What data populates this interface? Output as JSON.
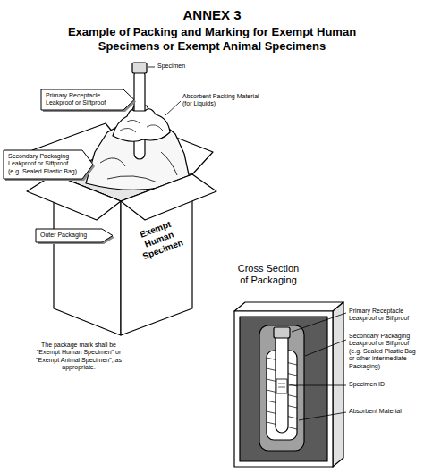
{
  "diagram": {
    "title": "ANNEX 3",
    "nodes": [
      {
        "text": [
          "Primary Receptacle Leakproof or Siftproof"
        ]
      },
      {
        "text": [
          "Secondary Packaging Leakproof or Siftproof (e.g. Sealed Plastic Bag)"
        ]
      },
      {
        "text": [
          "Outer Packaging"
        ]
      }
    ],
    "labels": [
      "Example of Packing and Marking for Exempt Human Specimens or Exempt Animal Specimens",
      "Specimen",
      "Absorbent Packing Material (for Liquids)",
      "Exempt Human Specimen",
      "The package mark shall be \"Exempt Human Specimen\" or \"Exempt Animal Specimen\", as appropriate.",
      "Cross Section of Packaging",
      "Primary Receptacle Leakproof or Siftproof",
      "Secondary Packaging Leakproof or Siftproof (e.g. Sealed Plastic Bag or other intermediate Packaging)",
      "Specimen ID",
      "Absorbent Material"
    ]
  }
}
